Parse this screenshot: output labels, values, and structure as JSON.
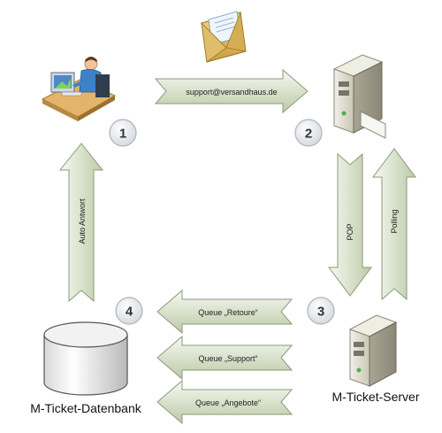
{
  "edges": {
    "email": "support@versandhaus.de",
    "auto_reply": "Auto Antwort",
    "pop": "POP",
    "polling": "Polling",
    "queue_retoure": "Queue „Retoure“",
    "queue_support": "Queue „Support“",
    "queue_angebote": "Queue „Angebote“"
  },
  "steps": [
    "1",
    "2",
    "3",
    "4"
  ],
  "nodes": {
    "database": "M-Ticket-Datenbank",
    "server": "M-Ticket-Server"
  },
  "icons": {
    "user": "user-at-computer-icon",
    "envelope": "envelope-icon",
    "mail_server": "mail-server-icon",
    "ticket_server": "server-tower-icon",
    "database": "database-cylinder-icon"
  }
}
